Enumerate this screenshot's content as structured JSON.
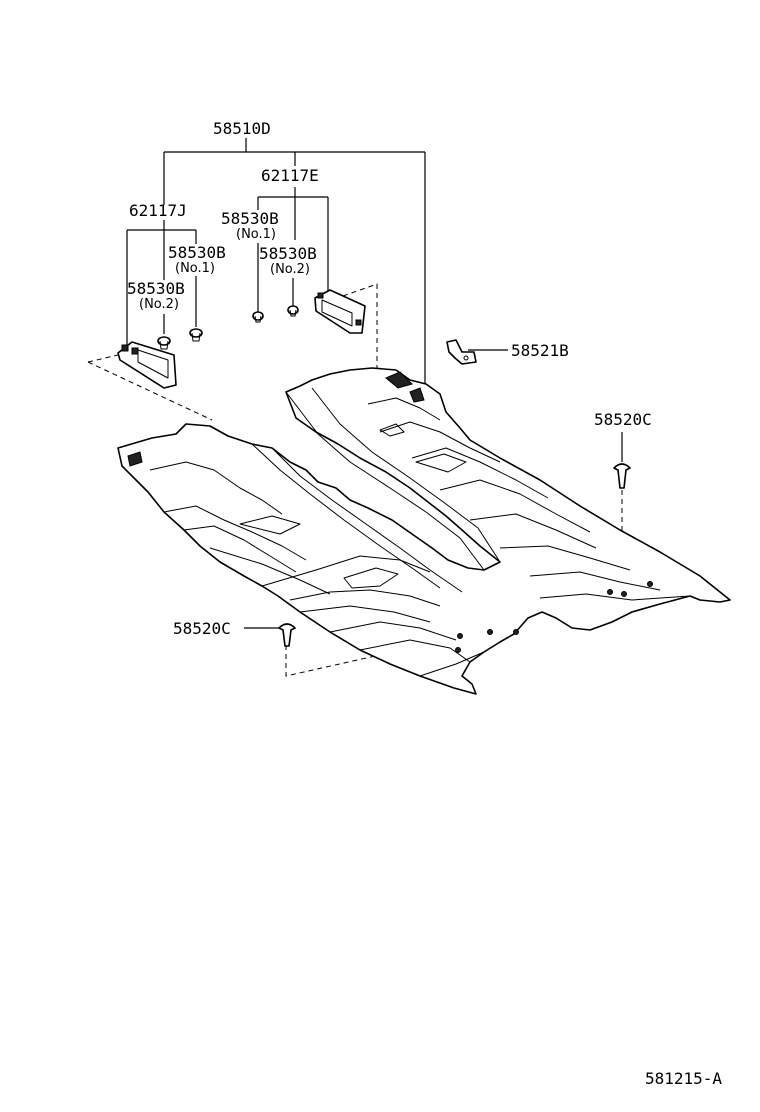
{
  "callouts": {
    "carpet_assy": "58510D",
    "clip_group_right": "62117E",
    "clip_group_left": "62117J",
    "grommet_right_no1": "58530B",
    "grommet_right_no1_sub": "(No.1)",
    "grommet_right_no2": "58530B",
    "grommet_right_no2_sub": "(No.2)",
    "grommet_left_no1": "58530B",
    "grommet_left_no1_sub": "(No.1)",
    "grommet_left_no2": "58530B",
    "grommet_left_no2_sub": "(No.2)",
    "bracket": "58521B",
    "fastener_right": "58520C",
    "fastener_front": "58520C"
  },
  "figure_code": "581215-A"
}
